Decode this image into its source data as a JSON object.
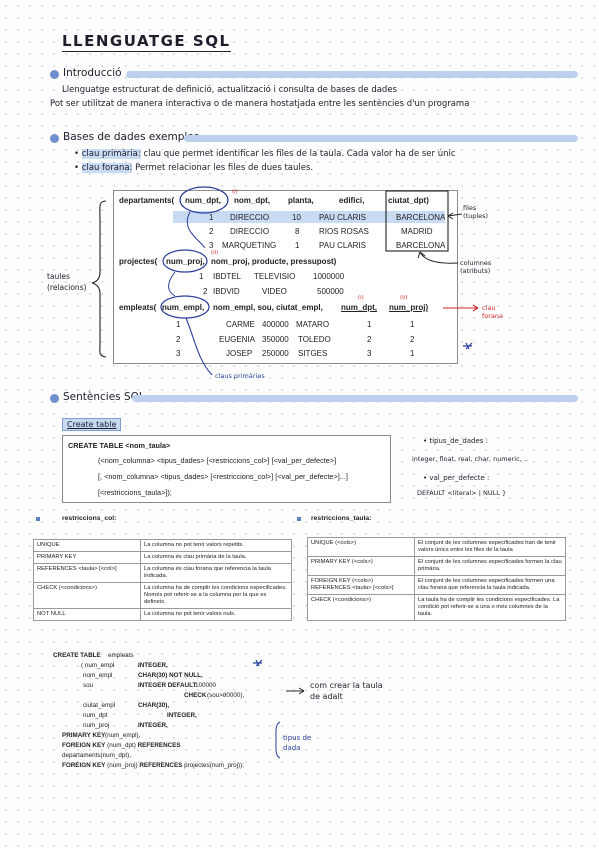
{
  "page_title": "LLENGUATGE SQL",
  "colors": {
    "section_bar": "#bdd0ee",
    "section_dot": "#6f8fcf",
    "highlight": "#c9dbf3",
    "red_ink": "#d22828",
    "blue_ink": "#2a3f9a"
  },
  "intro": {
    "heading": "Introducció",
    "line1": "Llenguatge estructurat de definició, actualització i consulta de bases de dades",
    "line2": "Pot ser utilitzat de manera interactiva o de manera hostatjada entre les sentències d'un programa"
  },
  "examples": {
    "heading": "Bases de dades exemples",
    "bullet1_term": "clau primària:",
    "bullet1_text": "clau que permet identificar les files de la taula. Cada valor ha de ser únic",
    "bullet2_term": "clau forana:",
    "bullet2_text": "Permet relacionar les files de dues taules."
  },
  "er": {
    "dep_header": [
      "departaments(",
      "num_dpt,",
      "nom_dpt,",
      "planta,",
      "edifici,",
      "ciutat_dpt)"
    ],
    "dep_rows": [
      [
        "1",
        "DIRECCIO",
        "10",
        "PAU CLARIS",
        "BARCELONA"
      ],
      [
        "2",
        "DIRECCIO",
        "8",
        "RIOS ROSAS",
        "MADRID"
      ],
      [
        "3",
        "MARQUETING",
        "1",
        "PAU CLARIS",
        "BARCELONA"
      ]
    ],
    "proj_header": [
      "projectes(",
      "num_proj,",
      "nom_proj, producte, pressupost)"
    ],
    "proj_rows": [
      [
        "1",
        "IBDTEL",
        "TELEVISIO",
        "1000000"
      ],
      [
        "2",
        "IBDVID",
        "VIDEO",
        "500000"
      ]
    ],
    "emp_header": [
      "empleats(",
      "num_empl,",
      "nom_empl, sou, ciutat_empl,",
      "num_dpt,",
      "num_proj)"
    ],
    "emp_rows": [
      [
        "1",
        "CARME",
        "400000",
        "MATARO",
        "1",
        "1"
      ],
      [
        "2",
        "EUGENIA",
        "350000",
        "TOLEDO",
        "2",
        "2"
      ],
      [
        "3",
        "JOSEP",
        "250000",
        "SITGES",
        "3",
        "1"
      ]
    ],
    "marks": {
      "i": "(i)",
      "ii": "(ii)"
    },
    "notes": {
      "files": "files (tuples)",
      "columnes": "columnes (atributs)",
      "taules": "taules (relacions)",
      "clau_forana": "clau forana",
      "claus_primaries": "claus primàries"
    }
  },
  "sentencies": {
    "heading": "Sentències SQL",
    "tab": "Create table"
  },
  "create_box": {
    "l1": "CREATE TABLE <nom_taula>",
    "l2": "(<nom_columna> <tipus_dades> [<restriccions_col>] [<val_per_defecte>]",
    "l3": "[, <nom_columna> <tipus_dades> [<restriccions_col>] [<val_per_defecte>]...]",
    "l4": "[<restriccions_taula>]);"
  },
  "side_notes": {
    "tipus_title": "• tipus_de_dades :",
    "tipus_list": "integer, float, real, char, numeric, ..",
    "val_title": "• val_per_defecte :",
    "val_list": "DEFAULT <literal> | NULL }"
  },
  "restr_col": {
    "title": "restriccions_col:",
    "rows": [
      [
        "UNIQUE",
        "La columna no pot tenir valors repetits."
      ],
      [
        "PRIMARY KEY",
        "La columna és clau primària de la taula."
      ],
      [
        "REFERENCES <taula> [<col>]",
        "La columna és clau forana que referencia la taula indicada."
      ],
      [
        "CHECK (<condicions>)",
        "La columna ha de complir les condicions especificades. Només pot referir-se a la columna per la que es defineix."
      ],
      [
        "NOT NULL",
        "La columna no pot tenir valors nuls."
      ]
    ]
  },
  "restr_taula": {
    "title": "restriccions_taula:",
    "rows": [
      [
        "UNIQUE (<cols>)",
        "El conjunt de les columnes especificades han de tenir valors únics entre les files de la taula"
      ],
      [
        "PRIMARY KEY (<cols>)",
        "El conjunt de les columnes especificades formen la clau primària."
      ],
      [
        "FOREIGN KEY (<cols>) REFERENCES <taula> [<cols>]",
        "El conjunt de les columnes especificades formen una clau forana que referencia la taula indicada."
      ],
      [
        "CHECK (<condicions>)",
        "La taula ha de complir les condicions especificades. La condició pot referir-se a una o més columnes de la taula."
      ]
    ]
  },
  "sql_example": {
    "l1a": "CREATE TABLE",
    "l1b": " empleats",
    "l2a": "( num_empl",
    "l2b": "INTEGER,",
    "l3a": "nom_empl",
    "l3b": "CHAR(30) NOT NULL,",
    "l4a": "sou",
    "l4b": "INTEGER DEFAULT",
    "l4c": " 100000",
    "l5a": "CHECK",
    "l5b": " (sou>80000),",
    "l6a": "ciutat_empl",
    "l6b": "CHAR(30),",
    "l7a": "num_dpt",
    "l7b": "INTEGER,",
    "l8a": "num_proj",
    "l8b": "INTEGER,",
    "l9a": "PRIMARY KEY",
    "l9b": " (num_empl),",
    "l10a": "FOREIGN KEY",
    "l10b": " (num_dpt) ",
    "l10c": "REFERENCES",
    "l11": "departaments(num_dpt),",
    "l12a": "FOREIGN KEY",
    "l12b": " (num_proj) ",
    "l12c": "REFERENCES",
    "l12d": " projectes(num_proj));"
  },
  "sql_notes": {
    "crear": "com crear la taula de adalt",
    "tipus": "tipus de dada"
  }
}
